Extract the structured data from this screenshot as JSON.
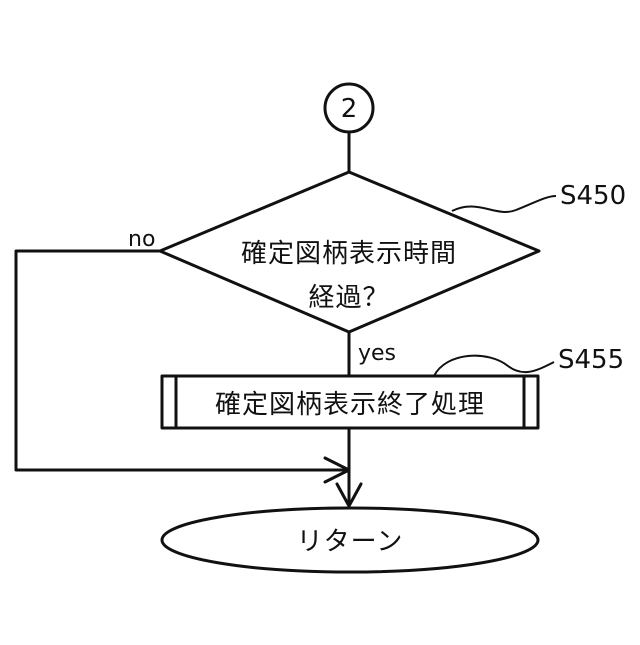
{
  "connector": {
    "label": "2"
  },
  "decision": {
    "step_id": "S450",
    "text_line1": "確定図柄表示時間",
    "text_line2": "経過？",
    "no_label": "no",
    "yes_label": "yes"
  },
  "process": {
    "step_id": "S455",
    "text": "確定図柄表示終了処理"
  },
  "terminal": {
    "text": "リターン"
  }
}
